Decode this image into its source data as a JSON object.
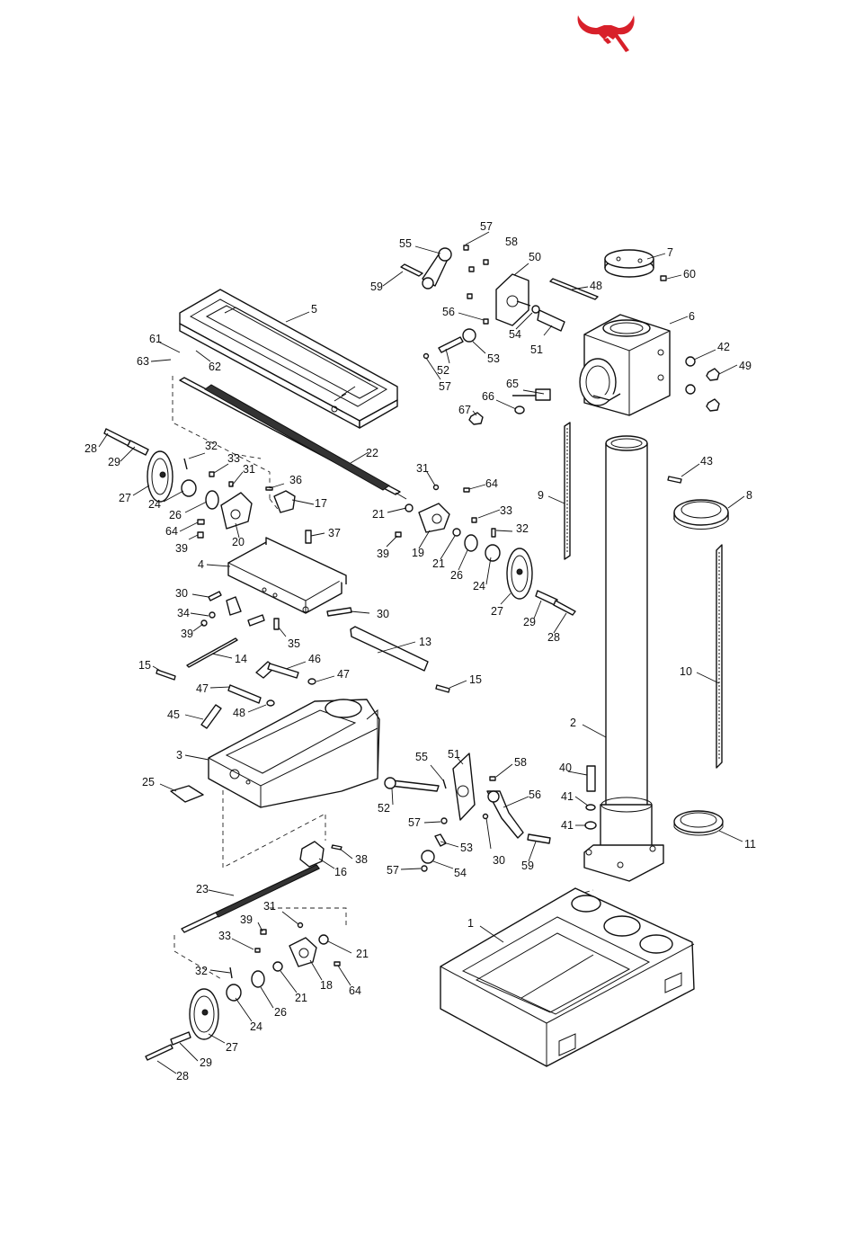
{
  "colors": {
    "logo": "#d8202a",
    "ink": "#111111",
    "background": "#ffffff"
  },
  "logo": {
    "name": "bull-horns-logo"
  },
  "parts": [
    {
      "label": "1"
    },
    {
      "label": "2"
    },
    {
      "label": "3"
    },
    {
      "label": "4"
    },
    {
      "label": "5"
    },
    {
      "label": "6"
    },
    {
      "label": "7"
    },
    {
      "label": "8"
    },
    {
      "label": "9"
    },
    {
      "label": "10"
    },
    {
      "label": "11"
    },
    {
      "label": "13"
    },
    {
      "label": "14"
    },
    {
      "label": "15"
    },
    {
      "label": "15"
    },
    {
      "label": "16"
    },
    {
      "label": "17"
    },
    {
      "label": "18"
    },
    {
      "label": "19"
    },
    {
      "label": "20"
    },
    {
      "label": "21"
    },
    {
      "label": "21"
    },
    {
      "label": "21"
    },
    {
      "label": "21"
    },
    {
      "label": "22"
    },
    {
      "label": "23"
    },
    {
      "label": "24"
    },
    {
      "label": "24"
    },
    {
      "label": "24"
    },
    {
      "label": "25"
    },
    {
      "label": "26"
    },
    {
      "label": "26"
    },
    {
      "label": "26"
    },
    {
      "label": "27"
    },
    {
      "label": "27"
    },
    {
      "label": "27"
    },
    {
      "label": "28"
    },
    {
      "label": "28"
    },
    {
      "label": "28"
    },
    {
      "label": "29"
    },
    {
      "label": "29"
    },
    {
      "label": "29"
    },
    {
      "label": "30"
    },
    {
      "label": "30"
    },
    {
      "label": "30"
    },
    {
      "label": "31"
    },
    {
      "label": "31"
    },
    {
      "label": "31"
    },
    {
      "label": "32"
    },
    {
      "label": "32"
    },
    {
      "label": "32"
    },
    {
      "label": "33"
    },
    {
      "label": "33"
    },
    {
      "label": "33"
    },
    {
      "label": "34"
    },
    {
      "label": "35"
    },
    {
      "label": "36"
    },
    {
      "label": "37"
    },
    {
      "label": "38"
    },
    {
      "label": "39"
    },
    {
      "label": "39"
    },
    {
      "label": "39"
    },
    {
      "label": "39"
    },
    {
      "label": "40"
    },
    {
      "label": "41"
    },
    {
      "label": "41"
    },
    {
      "label": "42"
    },
    {
      "label": "43"
    },
    {
      "label": "45"
    },
    {
      "label": "46"
    },
    {
      "label": "47"
    },
    {
      "label": "47"
    },
    {
      "label": "48"
    },
    {
      "label": "48"
    },
    {
      "label": "49"
    },
    {
      "label": "50"
    },
    {
      "label": "51"
    },
    {
      "label": "51"
    },
    {
      "label": "52"
    },
    {
      "label": "52"
    },
    {
      "label": "53"
    },
    {
      "label": "53"
    },
    {
      "label": "54"
    },
    {
      "label": "54"
    },
    {
      "label": "55"
    },
    {
      "label": "55"
    },
    {
      "label": "56"
    },
    {
      "label": "56"
    },
    {
      "label": "57"
    },
    {
      "label": "57"
    },
    {
      "label": "57"
    },
    {
      "label": "57"
    },
    {
      "label": "58"
    },
    {
      "label": "58"
    },
    {
      "label": "59"
    },
    {
      "label": "59"
    },
    {
      "label": "60"
    },
    {
      "label": "61"
    },
    {
      "label": "62"
    },
    {
      "label": "63"
    },
    {
      "label": "64"
    },
    {
      "label": "64"
    },
    {
      "label": "64"
    },
    {
      "label": "65"
    },
    {
      "label": "66"
    },
    {
      "label": "67"
    }
  ]
}
